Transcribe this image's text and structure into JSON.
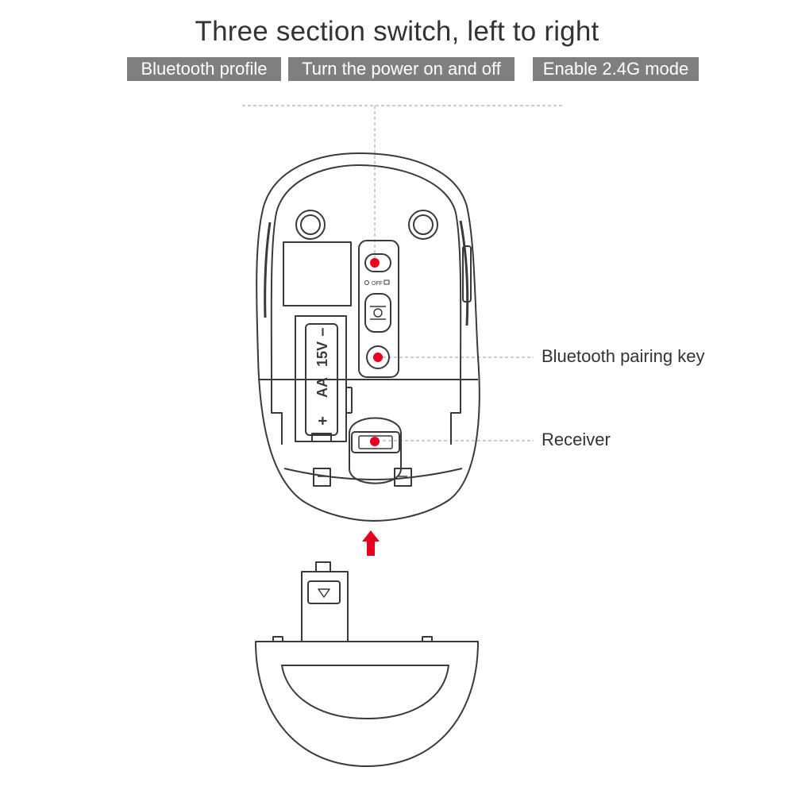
{
  "title": "Three section switch, left to right",
  "switch_modes": [
    {
      "label": "Bluetooth profile"
    },
    {
      "label": "Turn the power on and off"
    },
    {
      "label": "Enable 2.4G mode"
    }
  ],
  "callouts": {
    "pairing_key": "Bluetooth pairing key",
    "receiver": "Receiver"
  },
  "battery": {
    "type": "AA",
    "voltage": "15V",
    "plus": "+",
    "minus": "–"
  },
  "switch_markings": {
    "off": "OFF"
  },
  "colors": {
    "marker": "#e8001c",
    "arrow": "#e8001c",
    "tag_background": "#7f7f7f",
    "line": "#3a3a3a",
    "leader": "#9a9a9a"
  }
}
